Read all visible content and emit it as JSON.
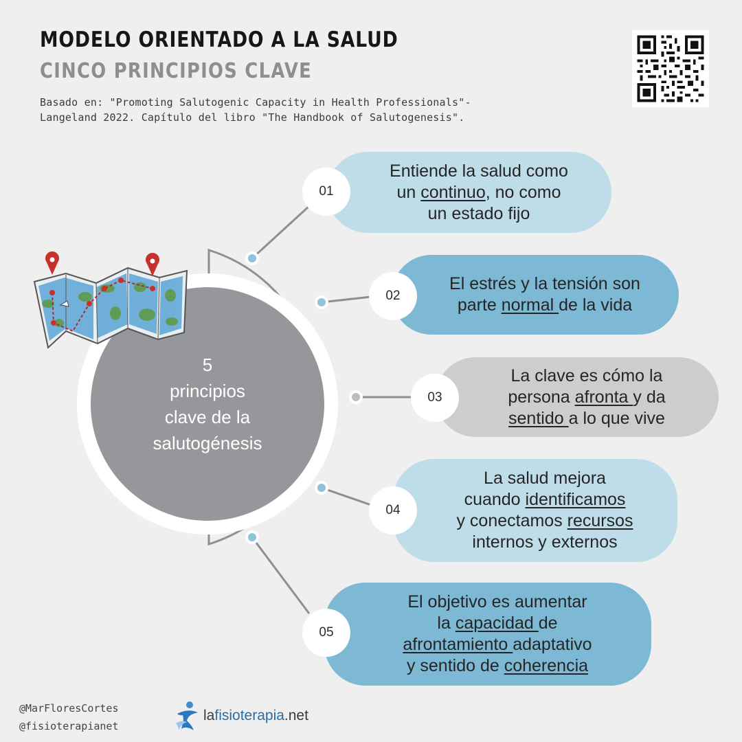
{
  "header": {
    "title": "MODELO ORIENTADO A LA SALUD",
    "subtitle": "CINCO PRINCIPIOS CLAVE",
    "source_line1": "Basado en: \"Promoting Salutogenic Capacity in Health Professionals\"-",
    "source_line2": "Langeland 2022. Capítulo del libro \"The Handbook of Salutogenesis\"."
  },
  "center": {
    "line1": "5",
    "line2": "principios",
    "line3": "clave de la",
    "line4": "salutogénesis"
  },
  "principles": [
    {
      "number": "01",
      "color": "#bfdde9",
      "parts": [
        "Entiende la salud como",
        "un ",
        "continuo",
        ", no como",
        "un estado fijo"
      ]
    },
    {
      "number": "02",
      "color": "#7db9d4",
      "parts": [
        "El estrés y la tensión son",
        "parte ",
        "normal ",
        "de la vida"
      ]
    },
    {
      "number": "03",
      "color": "#cdcdcd",
      "parts": [
        "La clave es cómo la",
        "persona ",
        "afronta ",
        "y da",
        "sentido ",
        "a lo que vive"
      ]
    },
    {
      "number": "04",
      "color": "#bfdde9",
      "parts": [
        "La salud mejora",
        "cuando ",
        "identificamos",
        "y conectamos ",
        "recursos",
        "internos y externos"
      ]
    },
    {
      "number": "05",
      "color": "#7db9d4",
      "parts": [
        "El objetivo es aumentar",
        "la ",
        "capacidad ",
        "de",
        "afrontamiento ",
        "adaptativo",
        "y sentido de ",
        "coherencia"
      ]
    }
  ],
  "footer": {
    "handle1": "@MarFloresCortes",
    "handle2": "@fisioterapianet",
    "logo_prefix": "la",
    "logo_main": "fisioterapia",
    "logo_suffix": ".net"
  },
  "icons": {
    "qr": "qr-code-icon",
    "map": "treasure-map-icon",
    "logo": "person-figure-logo-icon"
  }
}
